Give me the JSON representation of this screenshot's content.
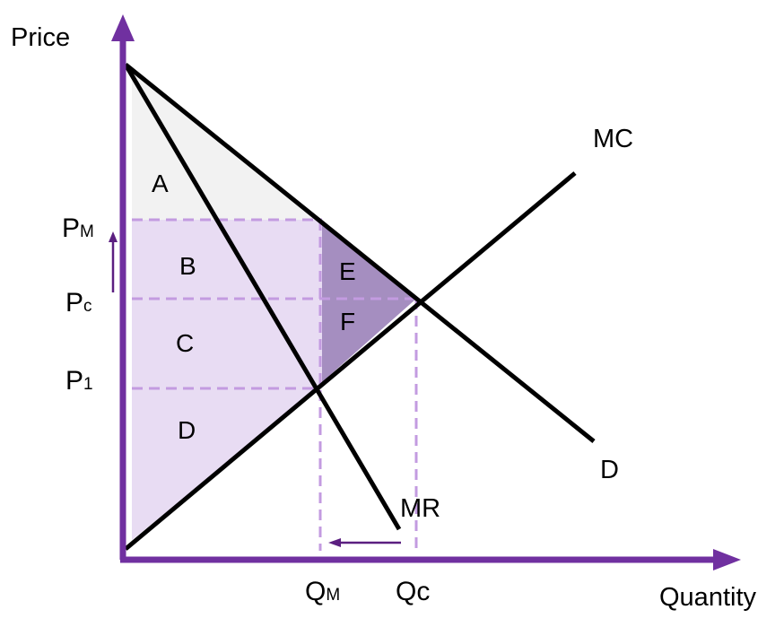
{
  "axes": {
    "y_label": "Price",
    "x_label": "Quantity"
  },
  "curves": {
    "demand": "D",
    "marginal_revenue": "MR",
    "marginal_cost": "MC"
  },
  "price_levels": {
    "monopoly": {
      "main": "P",
      "sub": "M"
    },
    "competitive": {
      "main": "P",
      "sub": "c"
    },
    "p1": {
      "main": "P",
      "sub": "1"
    }
  },
  "quantity_levels": {
    "monopoly": {
      "main": "Q",
      "sub": "M"
    },
    "competitive": "Qc"
  },
  "areas": {
    "a": "A",
    "b": "B",
    "c": "C",
    "d": "D",
    "e": "E",
    "f": "F"
  },
  "colors": {
    "axis": "#7030a0",
    "curve": "#000000",
    "region_a": "#f2f2f2",
    "region_bcd": "#e8dcf3",
    "region_ef": "#a58ec0",
    "dashed": "#c39be0",
    "arrow": "#5b1f80"
  }
}
